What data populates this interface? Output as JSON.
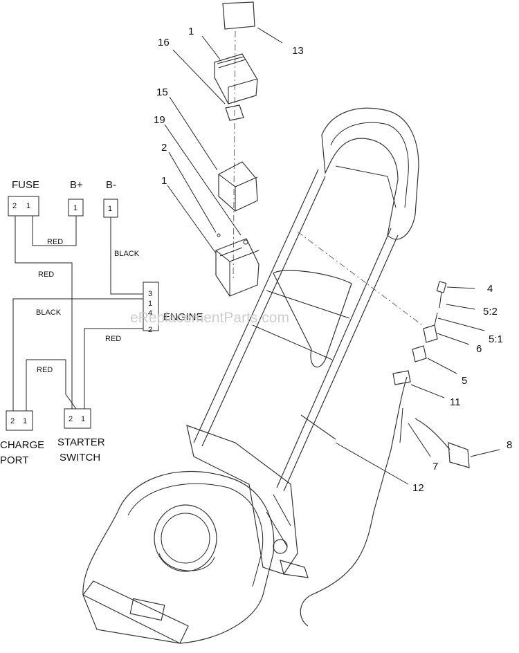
{
  "watermark": "eReplacementParts.com",
  "wiring": {
    "fuse": "FUSE",
    "bplus": "B+",
    "bminus": "B-",
    "engine": "ENGINE",
    "charge1": "CHARGE",
    "charge2": "PORT",
    "starter1": "STARTER",
    "starter2": "SWITCH",
    "wire_red": "RED",
    "wire_black": "BLACK",
    "pin_2": "2",
    "pin_1": "1",
    "pin_3": "3",
    "pin_4": "4"
  },
  "callouts": {
    "c1": "1",
    "c2": "2",
    "c4": "4",
    "c5": "5",
    "c5_1": "5:1",
    "c5_2": "5:2",
    "c6": "6",
    "c7": "7",
    "c8": "8",
    "c11": "11",
    "c12": "12",
    "c13": "13",
    "c15": "15",
    "c16": "16",
    "c19": "19"
  }
}
